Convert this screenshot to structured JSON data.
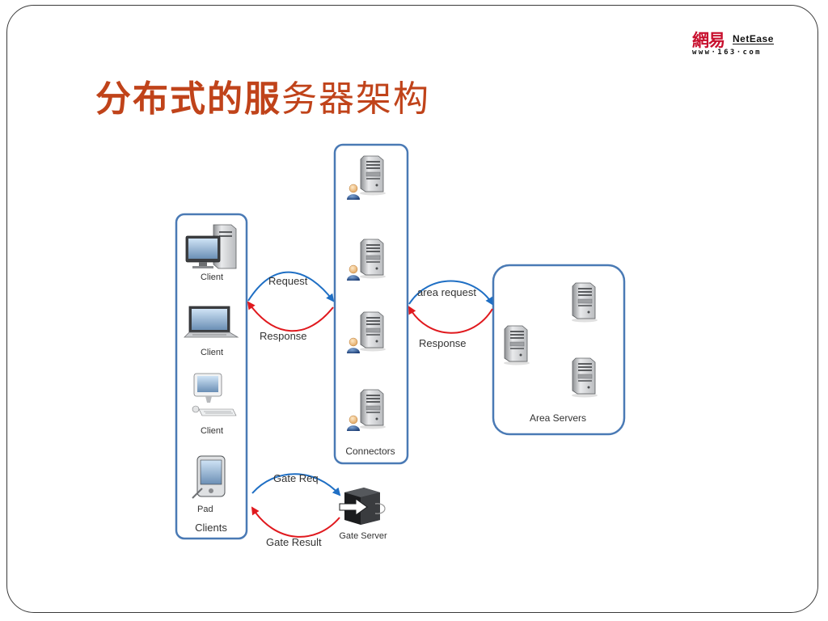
{
  "logo": {
    "cn": "網易",
    "en": "NetEase",
    "url": "www·163·com"
  },
  "title": {
    "bold": "分布式的服",
    "normal": "务器架构"
  },
  "clients": {
    "items": [
      {
        "label": "Client",
        "icon": "desktop-pc-icon"
      },
      {
        "label": "Client",
        "icon": "laptop-icon"
      },
      {
        "label": "Client",
        "icon": "imac-icon"
      },
      {
        "label": "Pad",
        "icon": "pda-icon"
      }
    ],
    "group_label": "Clients"
  },
  "connectors": {
    "group_label": "Connectors",
    "count": 4
  },
  "area_servers": {
    "group_label": "Area Servers",
    "count": 3
  },
  "gate_server": {
    "label": "Gate Server"
  },
  "arrows": {
    "request": "Request",
    "response_left": "Response",
    "area_request": "area request",
    "response_right": "Response",
    "gate_req": "Gate Req",
    "gate_result": "Gate Result"
  },
  "colors": {
    "blue_arrow": "#1f6fc4",
    "red_arrow": "#e0191e",
    "box_border": "#4a7ab5",
    "title": "#c0431a"
  }
}
